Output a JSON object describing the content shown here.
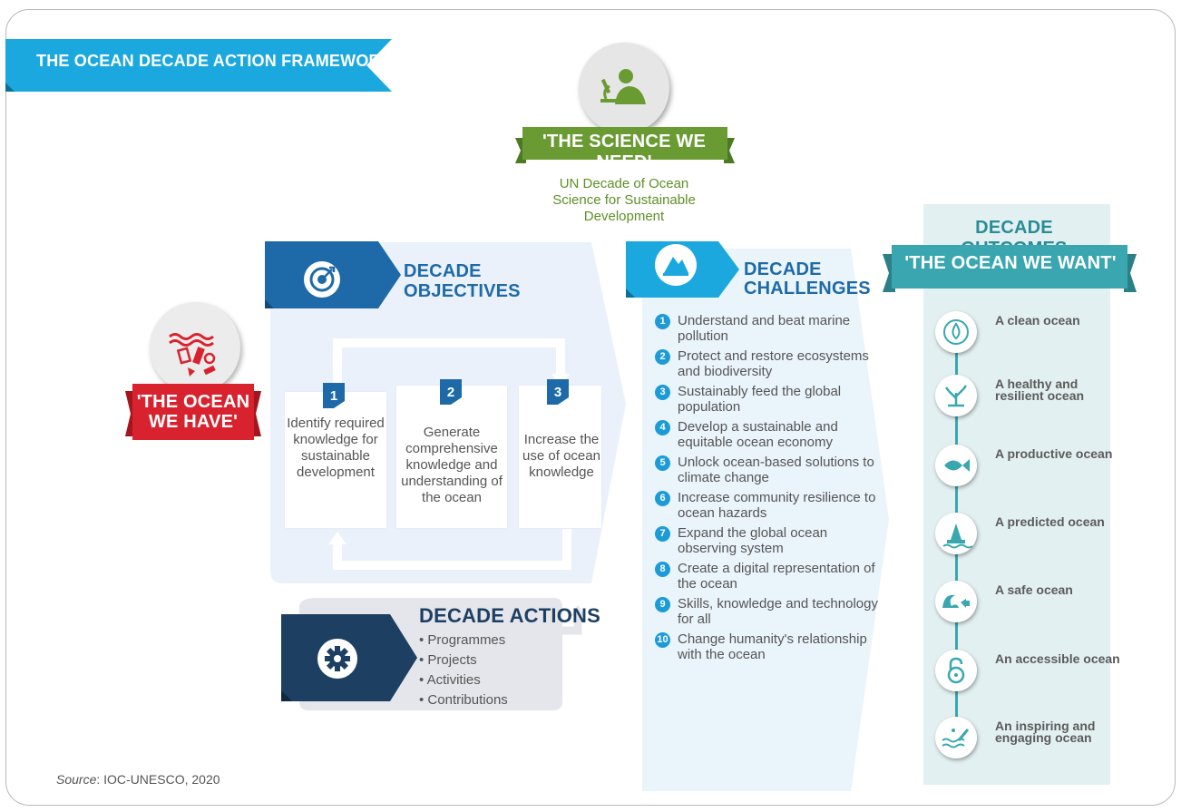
{
  "title": "THE OCEAN DECADE ACTION FRAMEWORK",
  "science": {
    "label": "'THE SCIENCE WE NEED'",
    "subtitle": "UN Decade of Ocean Science for Sustainable Development"
  },
  "ocean_have": {
    "line1": "'THE OCEAN",
    "line2": "WE HAVE'"
  },
  "objectives": {
    "title_line1": "DECADE",
    "title_line2": "OBJECTIVES",
    "steps": [
      {
        "num": "1",
        "text": "Identify required knowledge for sustainable development"
      },
      {
        "num": "2",
        "text": "Generate comprehensive knowledge and understanding of the ocean"
      },
      {
        "num": "3",
        "text": "Increase the use of ocean knowledge"
      }
    ]
  },
  "actions": {
    "title": "DECADE ACTIONS",
    "items": [
      "Programmes",
      "Projects",
      "Activities",
      "Contributions"
    ]
  },
  "challenges": {
    "title_line1": "DECADE",
    "title_line2": "CHALLENGES",
    "items": [
      {
        "num": "1",
        "text": "Understand and beat marine pollution"
      },
      {
        "num": "2",
        "text": "Protect and restore ecosystems and biodiversity"
      },
      {
        "num": "3",
        "text": "Sustainably feed the global population"
      },
      {
        "num": "4",
        "text": "Develop a sustainable and equitable ocean economy"
      },
      {
        "num": "5",
        "text": "Unlock ocean-based solutions to climate change"
      },
      {
        "num": "6",
        "text": "Increase community resilience to ocean hazards"
      },
      {
        "num": "7",
        "text": "Expand the global ocean observing system"
      },
      {
        "num": "8",
        "text": "Create a digital representation of the ocean"
      },
      {
        "num": "9",
        "text": "Skills, knowledge and technology for all"
      },
      {
        "num": "10",
        "text": "Change humanity's relationship with the ocean"
      }
    ]
  },
  "outcomes": {
    "heading": "DECADE OUTCOMES",
    "want": "'THE OCEAN WE WANT'",
    "items": [
      {
        "text": "A clean ocean",
        "icon": "water-drop-icon"
      },
      {
        "text": "A healthy and resilient ocean",
        "icon": "coral-icon"
      },
      {
        "text": "A productive ocean",
        "icon": "fish-icon"
      },
      {
        "text": "A predicted ocean",
        "icon": "buoy-icon"
      },
      {
        "text": "A safe ocean",
        "icon": "wave-alert-icon"
      },
      {
        "text": "An accessible ocean",
        "icon": "padlock-open-icon"
      },
      {
        "text": "An inspiring and engaging ocean",
        "icon": "diver-icon"
      }
    ]
  },
  "source": {
    "label": "Source",
    "text": ": IOC-UNESCO, 2020"
  },
  "colors": {
    "cyan": "#1aa8df",
    "green": "#6a9b33",
    "red": "#d8232f",
    "blue": "#1e6aa8",
    "navy": "#1d3f62",
    "teal": "#3aa7b0"
  }
}
